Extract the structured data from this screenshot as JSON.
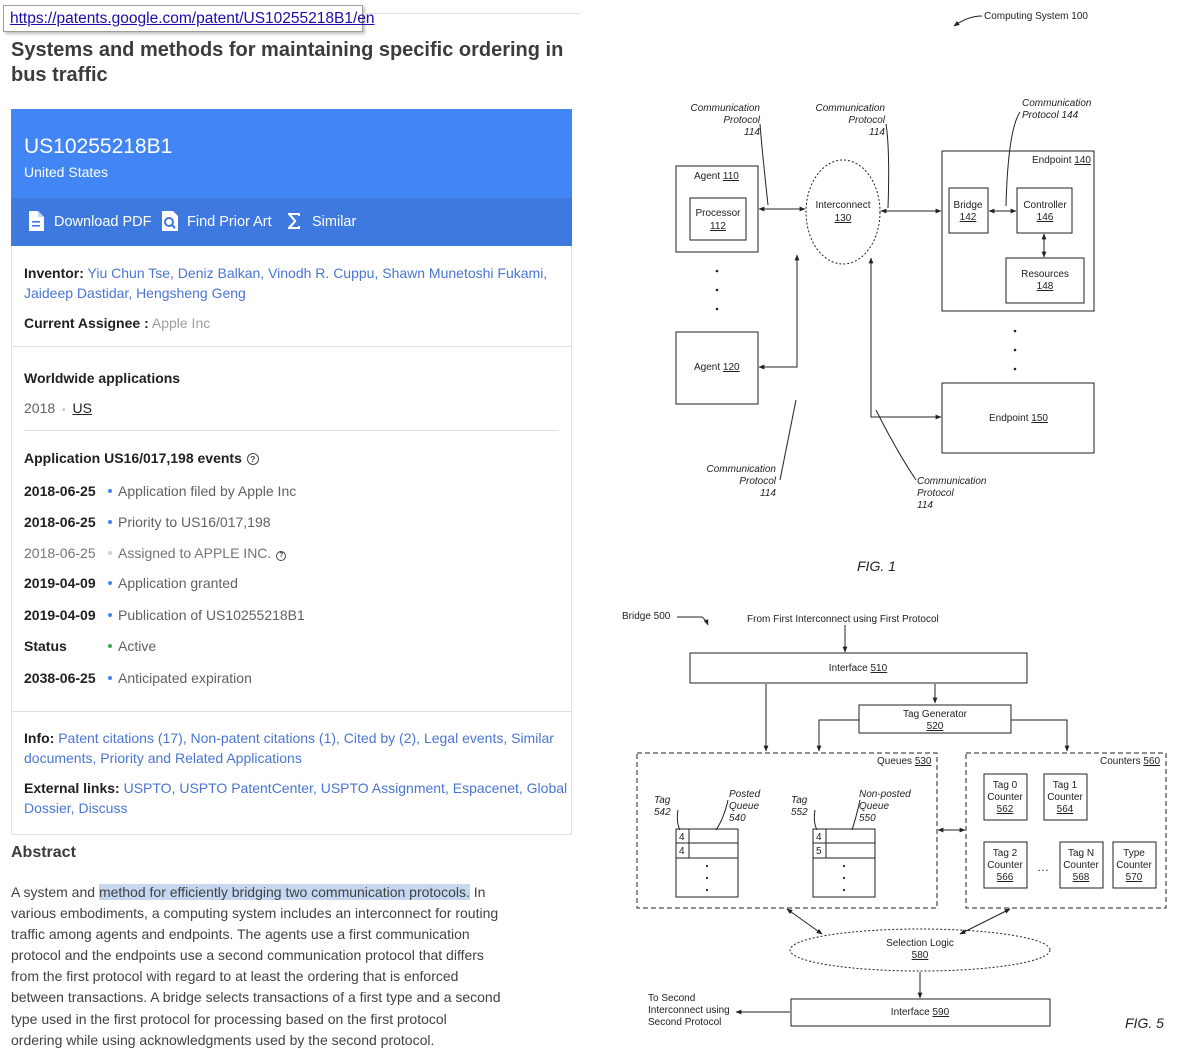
{
  "url": "https://patents.google.com/patent/US10255218B1/en",
  "title": "Systems and methods for maintaining specific ordering in bus traffic",
  "header": {
    "publication_number": "US10255218B1",
    "country": "United States",
    "accent_color": "#4285f4"
  },
  "actions": {
    "download_pdf": "Download PDF",
    "find_prior_art": "Find Prior Art",
    "similar": "Similar"
  },
  "inventor": {
    "label": "Inventor:",
    "line1": "Yiu Chun Tse, Deniz Balkan, Vinodh R. Cuppu, Shawn Munetoshi Fukami,",
    "line2": "Jaideep Dastidar, Hengsheng Geng"
  },
  "assignee": {
    "label": "Current Assignee :",
    "value": "Apple Inc"
  },
  "worldwide": {
    "label": "Worldwide applications",
    "year": "2018",
    "sep": "•",
    "country": "US"
  },
  "events": {
    "label": "Application US16/017,198 events",
    "items": [
      {
        "date": "2018-06-25",
        "text": "Application filed by Apple Inc"
      },
      {
        "date": "2018-06-25",
        "text": "Priority to US16/017,198"
      },
      {
        "date": "2018-06-25",
        "text": "Assigned to APPLE INC."
      },
      {
        "date": "2019-04-09",
        "text": "Application granted"
      },
      {
        "date": "2019-04-09",
        "text": "Publication of US10255218B1"
      },
      {
        "date": "Status",
        "text": "Active"
      },
      {
        "date": "2038-06-25",
        "text": "Anticipated expiration"
      }
    ]
  },
  "info": {
    "label": "Info:",
    "line1": "Patent citations (17), Non-patent citations (1), Cited by (2), Legal events, Similar",
    "line2": "documents, Priority and Related Applications"
  },
  "external": {
    "label": "External links:",
    "line1": "USPTO, USPTO PatentCenter, USPTO Assignment, Espacenet, Global",
    "line2": "Dossier, Discuss"
  },
  "abstract": {
    "heading": "Abstract",
    "pre": "A system and ",
    "highlight": "method for efficiently bridging two communication protocols.",
    "post": " In various embodiments, a computing system includes an interconnect for routing traffic among agents and endpoints. The agents use a first communication protocol and the endpoints use a second communication protocol that differs from the first protocol with regard to at least the ordering that is enforced between transactions. A bridge selects transactions of a first type and a second type used in the first protocol for processing based on the first protocol ordering while using acknowledgments used by the second protocol."
  },
  "fig1": {
    "caption": "FIG. 1",
    "system": "Computing System 100",
    "cp_label_1": "Communication",
    "cp_label_2": "Protocol",
    "cp_num": "114",
    "cp144_1": "Communication",
    "cp144_2": "Protocol 144",
    "agent110": "Agent",
    "agent110_num": "110",
    "processor": "Processor",
    "processor_num": "112",
    "agent120": "Agent",
    "agent120_num": "120",
    "interconnect": "Interconnect",
    "interconnect_num": "130",
    "endpoint140": "Endpoint",
    "endpoint140_num": "140",
    "bridge": "Bridge",
    "bridge_num": "142",
    "controller": "Controller",
    "controller_num": "146",
    "resources": "Resources",
    "resources_num": "148",
    "endpoint150": "Endpoint",
    "endpoint150_num": "150"
  },
  "fig5": {
    "caption": "FIG. 5",
    "bridge": "Bridge 500",
    "from": "From First Interconnect using First Protocol",
    "interface510": "Interface",
    "interface510_num": "510",
    "tag_generator": "Tag Generator",
    "tag_generator_num": "520",
    "queues": "Queues",
    "queues_num": "530",
    "counters": "Counters",
    "counters_num": "560",
    "tag542_1": "Tag",
    "tag542_2": "542",
    "posted_1": "Posted",
    "posted_2": "Queue",
    "posted_3": "540",
    "tag552_1": "Tag",
    "tag552_2": "552",
    "nonposted_1": "Non-posted",
    "nonposted_2": "Queue",
    "nonposted_3": "550",
    "q1_v1": "4",
    "q1_v2": "4",
    "q2_v1": "4",
    "q2_v2": "5",
    "tag0_1": "Tag 0",
    "tag1_1": "Tag 1",
    "tag2_1": "Tag 2",
    "tagn_1": "Tag N",
    "type_1": "Type",
    "counter_word": "Counter",
    "tag0_num": "562",
    "tag1_num": "564",
    "tag2_num": "566",
    "tagn_num": "568",
    "type_num": "570",
    "dots": "…",
    "selection_logic": "Selection Logic",
    "selection_logic_num": "580",
    "to_second_1": "To Second",
    "to_second_2": "Interconnect using",
    "to_second_3": "Second Protocol",
    "interface590": "Interface",
    "interface590_num": "590"
  }
}
